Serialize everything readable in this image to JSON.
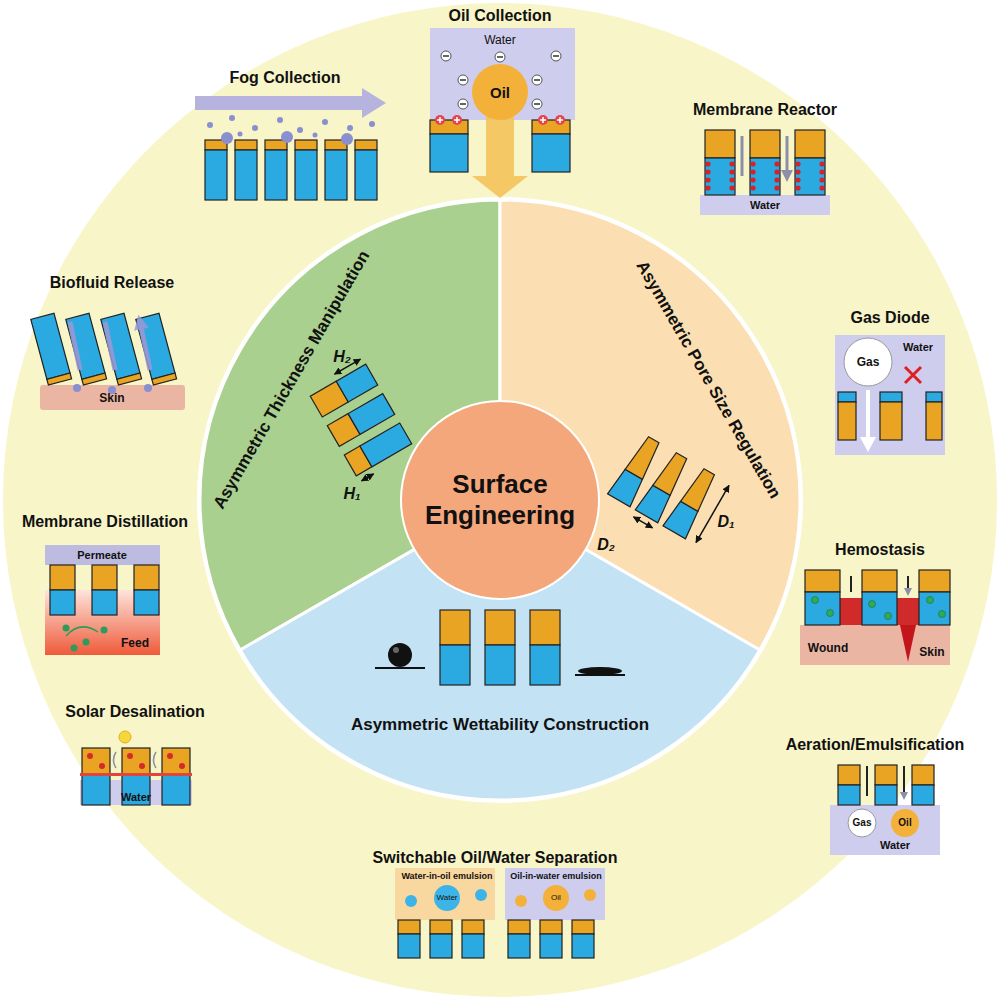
{
  "diagram": {
    "nodes": [
      {
        "text": [
          "Surface Engineering"
        ]
      },
      {
        "text": [
          "Asymmetric Thickness Manipulation"
        ]
      },
      {
        "text": [
          "Asymmetric Pore Size Regulation"
        ]
      },
      {
        "text": [
          "Asymmetric Wettability Construction"
        ]
      }
    ],
    "labels": [
      "Oil Collection",
      "Water",
      "Oil",
      "Fog Collection",
      "Membrane Reactor",
      "Water",
      "Biofluid Release",
      "Skin",
      "Gas Diode",
      "Gas",
      "Water",
      "H₂",
      "H₁",
      "D₁",
      "D₂",
      "Membrane Distillation",
      "Permeate",
      "Feed",
      "Hemostasis",
      "Wound",
      "Skin",
      "Solar Desalination",
      "Water",
      "Aeration/Emulsification",
      "Gas",
      "Oil",
      "Water",
      "Switchable Oil/Water Separation",
      "Water-in-oil emulsion",
      "Water",
      "Oil-in-water emulsion",
      "Oil"
    ]
  }
}
